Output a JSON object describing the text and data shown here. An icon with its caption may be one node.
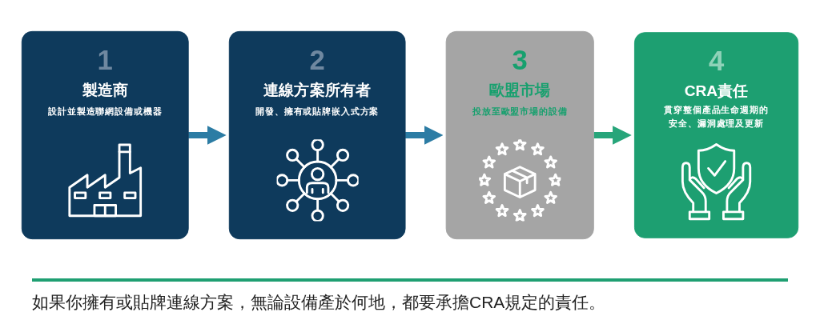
{
  "diagram": {
    "nodes": [
      {
        "text": [
          "1",
          "製造商",
          "設計並製造聯網設備或機器"
        ]
      },
      {
        "text": [
          "2",
          "連線方案所有者",
          "開發、擁有或貼牌嵌入式方案"
        ]
      },
      {
        "text": [
          "3",
          "歐盟市場",
          "投放至歐盟市場的設備"
        ]
      },
      {
        "text": [
          "4",
          "CRA責任",
          "貫穿整個產品生命週期的安全、漏洞處理及更新"
        ]
      }
    ],
    "edges": [
      {
        "from": 0,
        "to": 1,
        "arrow": "to"
      },
      {
        "from": 1,
        "to": 2,
        "arrow": "to"
      },
      {
        "from": 2,
        "to": 3,
        "arrow": "to",
        "color": "#27a57a"
      }
    ],
    "caption": "如果你擁有或貼牌連線方案，無論設備產於何地，都要承擔CRA規定的責任。"
  }
}
